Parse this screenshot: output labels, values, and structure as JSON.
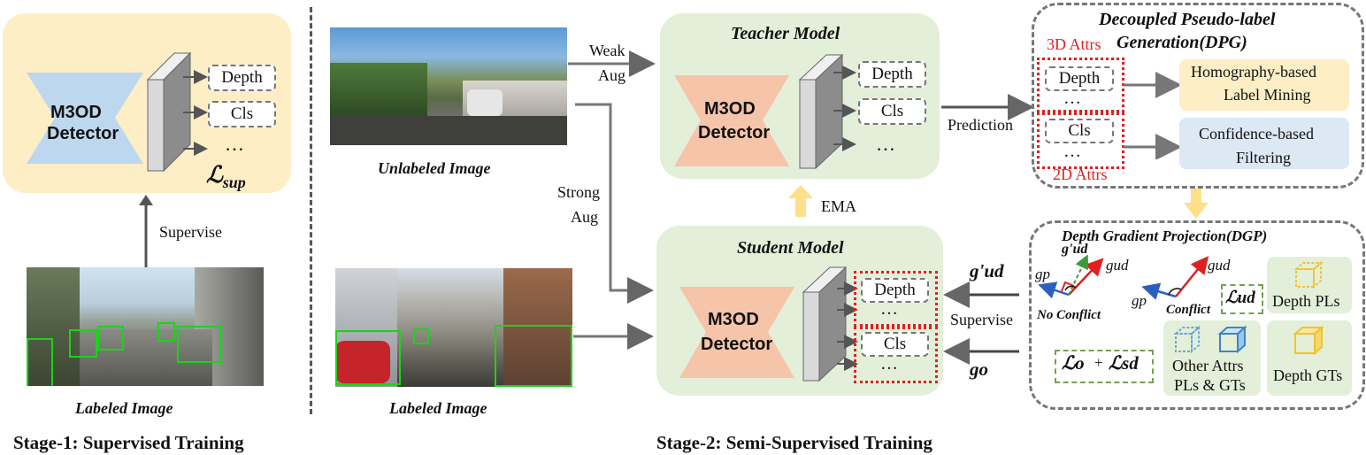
{
  "stage1": {
    "title": "Stage-1: Supervised Training",
    "detector_line1": "M3OD",
    "detector_line2": "Detector",
    "out_depth": "Depth",
    "out_cls": "Cls",
    "out_more": "…",
    "loss": "ℒ",
    "loss_sub": "sup",
    "supervise": "Supervise",
    "labeled_caption": "Labeled Image"
  },
  "stage2": {
    "title": "Stage-2: Semi-Supervised Training",
    "unlabeled_caption": "Unlabeled Image",
    "labeled_caption": "Labeled Image",
    "weak_aug_1": "Weak",
    "weak_aug_2": "Aug",
    "strong_aug_1": "Strong",
    "strong_aug_2": "Aug",
    "teacher_title": "Teacher Model",
    "student_title": "Student Model",
    "detector_line1": "M3OD",
    "detector_line2": "Detector",
    "out_depth": "Depth",
    "out_cls": "Cls",
    "out_more": "…",
    "ema": "EMA",
    "prediction": "Prediction",
    "supervise": "Supervise",
    "g_ud_prime": "g'ud",
    "g_o": "go"
  },
  "dpg": {
    "title_1": "Decoupled Pseudo-label",
    "title_2": "Generation(DPG)",
    "attrs_3d": "3D Attrs",
    "attrs_2d": "2D Attrs",
    "depth": "Depth",
    "cls": "Cls",
    "dots": "…",
    "homography_1": "Homography-based",
    "homography_2": "Label Mining",
    "confidence_1": "Confidence-based",
    "confidence_2": "Filtering"
  },
  "dgp": {
    "title": "Depth Gradient Projection(DGP)",
    "no_conflict": "No Conflict",
    "conflict": "Conflict",
    "loss_ud": "ℒud",
    "loss_o": "ℒo",
    "plus": "+",
    "loss_sd": "ℒsd",
    "depth_pls": "Depth PLs",
    "depth_gts": "Depth GTs",
    "other_1": "Other Attrs",
    "other_2": "PLs & GTs",
    "g_ud": "gud",
    "g_p": "gp",
    "g_ud_prime": "g'ud"
  },
  "colors": {
    "stage1_bg": "#fdeec6",
    "model_bg": "#e3efd9",
    "detector_blue": "#bdd7ee",
    "detector_orange": "#f6c4a8",
    "homography_bg": "#fdeec6",
    "confidence_bg": "#dce8f4",
    "red_dotted": "#e02020",
    "arrow_gray": "#666666",
    "ema_arrow": "#ffe089",
    "green_dash": "#70a34d"
  }
}
